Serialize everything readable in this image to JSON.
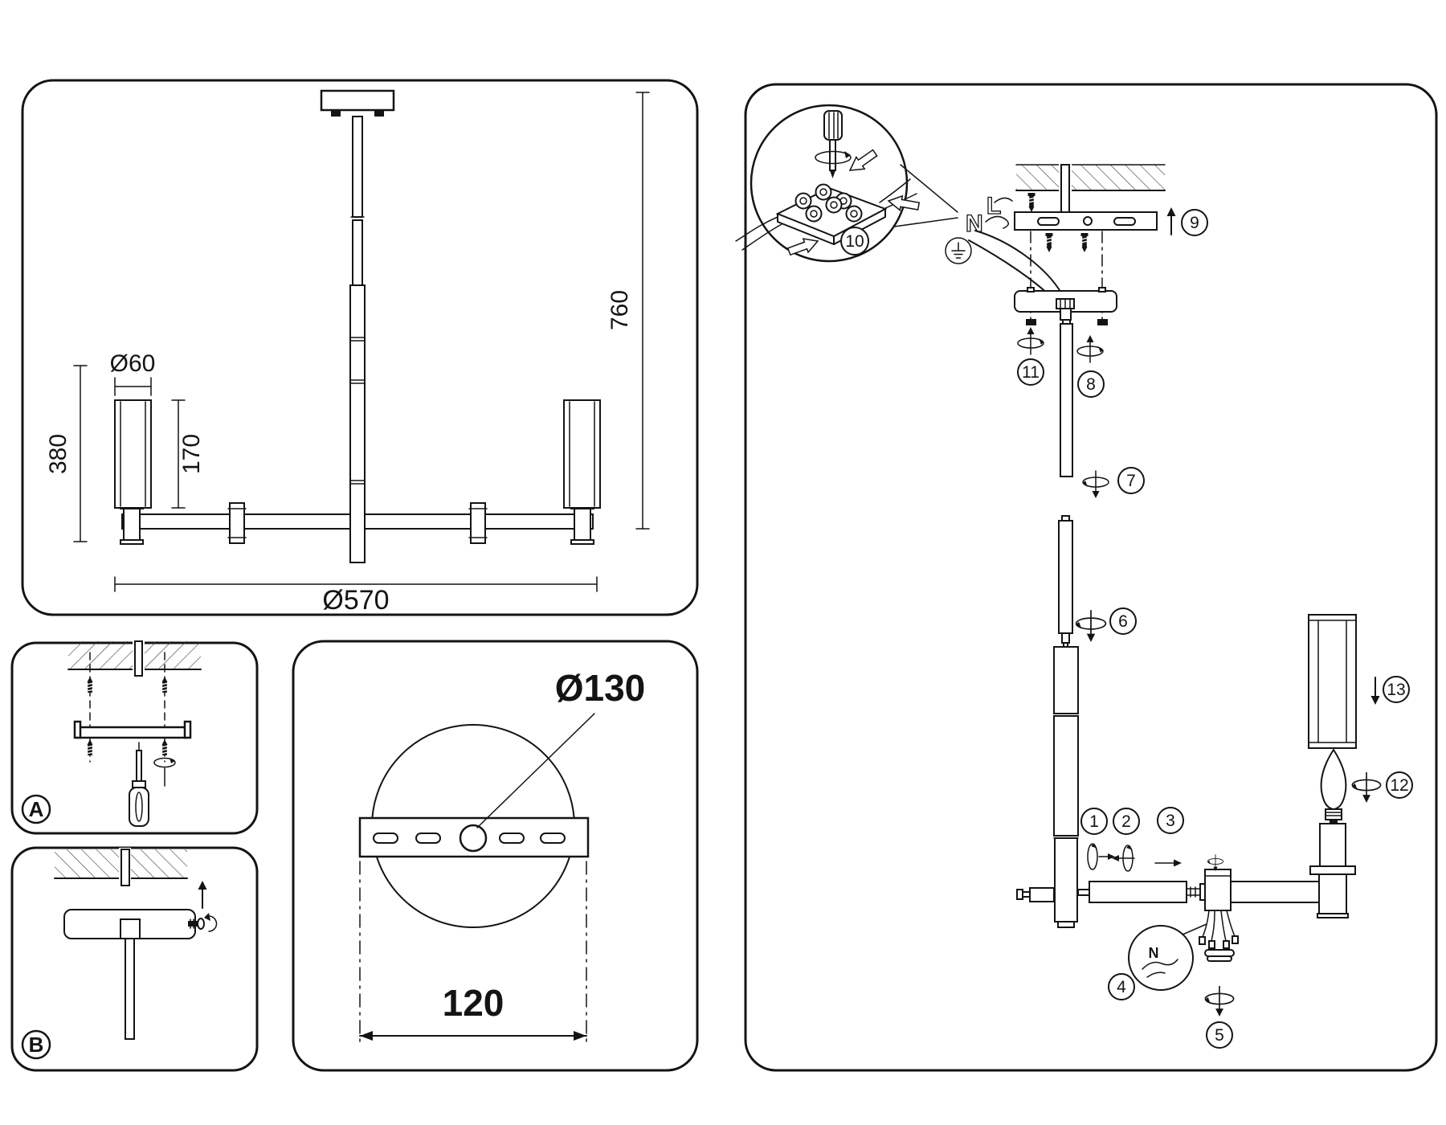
{
  "document": "lighting-fixture-assembly-instructions",
  "dimensions": {
    "total_height": "760",
    "lamp_height": "380",
    "shade_height": "170",
    "shade_diameter": "Ø60",
    "fixture_diameter": "Ø570",
    "canopy_diameter": "Ø130",
    "mount_hole_spacing": "120"
  },
  "labels": {
    "panel_a": "A",
    "panel_b": "B",
    "wire_neutral": "N",
    "wire_line": "L",
    "bubble_neutral": "N"
  },
  "steps": [
    "1",
    "2",
    "3",
    "4",
    "5",
    "6",
    "7",
    "8",
    "9",
    "10",
    "11",
    "12",
    "13"
  ],
  "colors": {
    "line": "#141414",
    "background": "#ffffff"
  }
}
